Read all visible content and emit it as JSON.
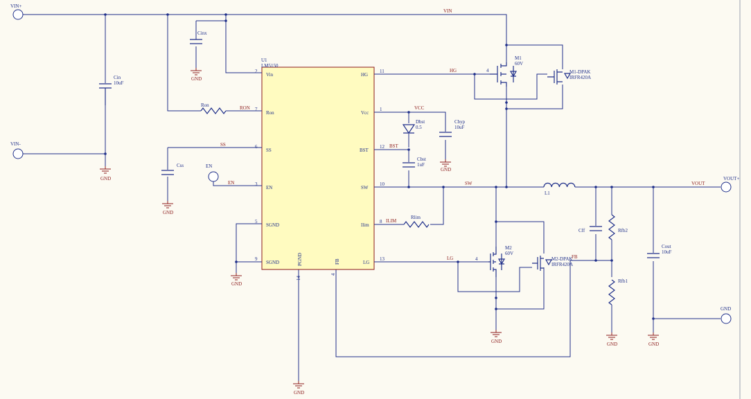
{
  "ports": {
    "vin_plus": "VIN+",
    "vin_minus": "VIN-",
    "en": "EN",
    "vout_plus": "VOUT+",
    "gnd_port": "GND"
  },
  "nets": {
    "vin": "VIN",
    "hg": "HG",
    "ron": "RON",
    "vcc": "VCC",
    "ss": "SS",
    "bst": "BST",
    "en": "EN",
    "sw": "SW",
    "vout": "VOUT",
    "ilim": "ILIM",
    "lg": "LG",
    "fb": "FB",
    "gnd": "GND"
  },
  "ic": {
    "designator": "U1",
    "part": "LM5150",
    "pins": [
      {
        "name": "Vin",
        "num": "2"
      },
      {
        "name": "Ron",
        "num": "7"
      },
      {
        "name": "SS",
        "num": "6"
      },
      {
        "name": "EN",
        "num": "3"
      },
      {
        "name": "SGND",
        "num": "5"
      },
      {
        "name": "SGND",
        "num": "9"
      },
      {
        "name": "HG",
        "num": "11"
      },
      {
        "name": "Vcc",
        "num": "1"
      },
      {
        "name": "BST",
        "num": "12"
      },
      {
        "name": "SW",
        "num": "10"
      },
      {
        "name": "Ilim",
        "num": "8"
      },
      {
        "name": "LG",
        "num": "13"
      },
      {
        "name": "PGND",
        "num": "14"
      },
      {
        "name": "FB",
        "num": "4"
      }
    ]
  },
  "components": {
    "cin": {
      "ref": "Cin",
      "value": "10uF"
    },
    "cinx": {
      "ref": "Cinx"
    },
    "ron": {
      "ref": "Ron"
    },
    "css": {
      "ref": "Css"
    },
    "dbst": {
      "ref": "Dbst",
      "value": "0.5"
    },
    "cbyp": {
      "ref": "Cbyp",
      "value": "10uF"
    },
    "cbst": {
      "ref": "Cbst",
      "value": "1uF"
    },
    "rlim": {
      "ref": "Rlim"
    },
    "m1": {
      "ref": "M1",
      "value": "60V",
      "gate_pin": "4"
    },
    "m1_dpak": {
      "ref": "M1-DPAK",
      "value": "IRFR420A"
    },
    "m2": {
      "ref": "M2",
      "value": "60V",
      "gate_pin": "4"
    },
    "m2_dpak": {
      "ref": "M2-DPAK",
      "value": "IRFR420A"
    },
    "l1": {
      "ref": "L1"
    },
    "cff": {
      "ref": "Cff"
    },
    "rfb2": {
      "ref": "Rfb2"
    },
    "rfb1": {
      "ref": "Rfb1"
    },
    "cout": {
      "ref": "Cout",
      "value": "10uF"
    }
  }
}
